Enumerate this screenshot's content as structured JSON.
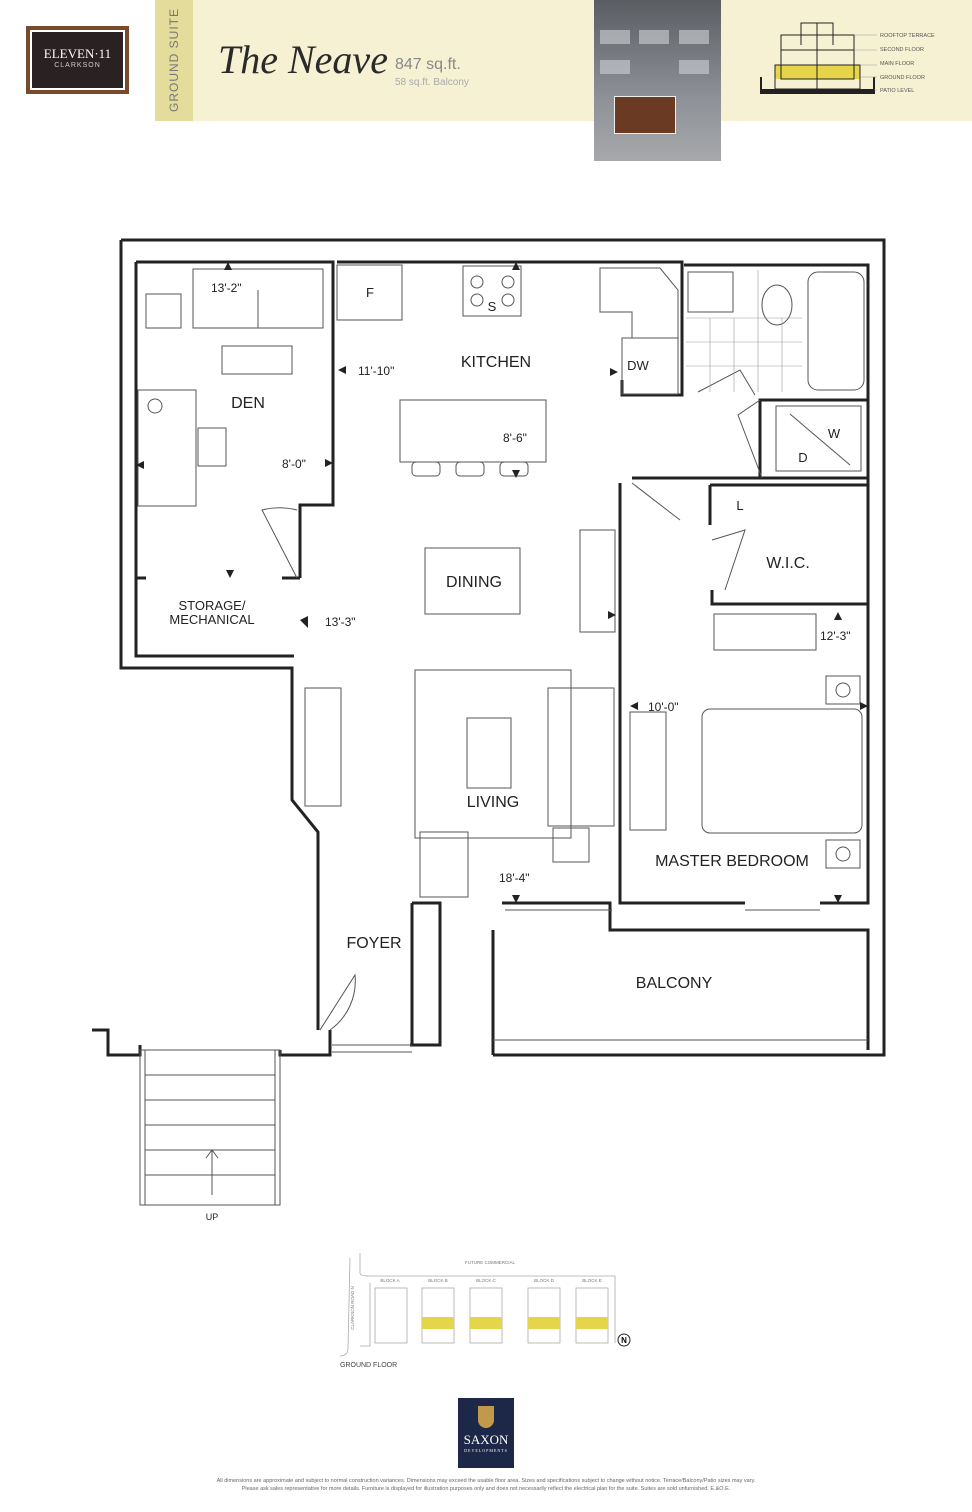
{
  "header": {
    "brand": "ELEVEN·11",
    "brand_sub": "CLARKSON",
    "suite_type": "GROUND SUITE",
    "suite_name": "The Neave",
    "area": "847 sq.ft.",
    "balcony_area": "58 sq.ft. Balcony",
    "levels": [
      "ROOFTOP TERRACE",
      "SECOND FLOOR",
      "MAIN FLOOR",
      "GROUND FLOOR",
      "PATIO LEVEL"
    ],
    "highlight_color": "#e6d54a"
  },
  "rooms": {
    "den": "DEN",
    "kitchen": "KITCHEN",
    "dining": "DINING",
    "living": "LIVING",
    "storage": "STORAGE/",
    "storage2": "MECHANICAL",
    "foyer": "FOYER",
    "balcony": "BALCONY",
    "master": "MASTER BEDROOM",
    "wic": "W.I.C.",
    "dw": "DW",
    "fridge": "F",
    "stove": "S",
    "washer": "W",
    "dryer": "D",
    "linen": "L",
    "up": "UP"
  },
  "dimensions": {
    "den_w": "13'-2\"",
    "den_d": "8'-0\"",
    "kitchen": "11'-10\"",
    "island": "8'-6\"",
    "dining": "13'-3\"",
    "living": "18'-4\"",
    "master_w": "10'-0\"",
    "master_d": "12'-3\""
  },
  "key_plan": {
    "road_top": "FUTURE COMMERCIAL",
    "road_side": "CLARKSON ROAD N",
    "blocks": [
      "BLOCK A",
      "BLOCK B",
      "BLOCK C",
      "BLOCK D",
      "BLOCK E"
    ],
    "floor": "GROUND FLOOR",
    "north": "N"
  },
  "footer": {
    "developer": "SAXON",
    "developer_sub": "DEVELOPMENTS",
    "disclaimer1": "All dimensions are approximate and subject to normal construction variances. Dimensions may exceed the usable floor area. Sizes and specifications subject to change without notice. Terrace/Balcony/Patio sizes may vary.",
    "disclaimer2": "Please ask sales representative for more details. Furniture is displayed for illustration purposes only and does not necessarily reflect the electrical plan for the suite. Suites are sold unfurnished. E.&O.E."
  }
}
